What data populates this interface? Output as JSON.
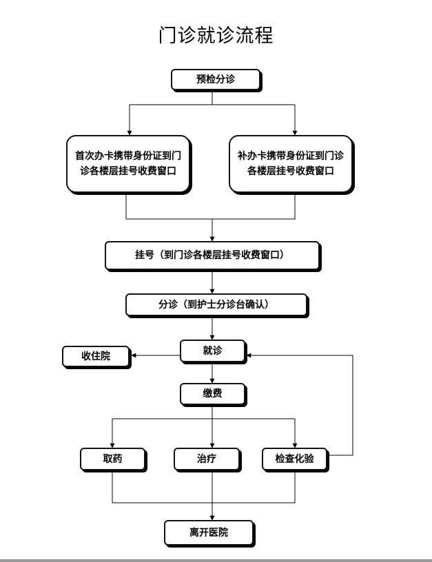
{
  "title": "门诊就诊流程",
  "nodes": {
    "triage": "预检分诊",
    "first_card": "首次办卡携带身份证到门诊各楼层挂号收费窗口",
    "reissue_card": "补办卡携带身份证到门诊各楼层挂号收费窗口",
    "register": "挂号（到门诊各楼层挂号收费窗口）",
    "nurse_triage": "分诊（到护士分诊台确认）",
    "consult": "就诊",
    "admit": "收住院",
    "payment": "缴费",
    "medicine": "取药",
    "treatment": "治疗",
    "lab_test": "检查化验",
    "leave": "离开医院"
  }
}
